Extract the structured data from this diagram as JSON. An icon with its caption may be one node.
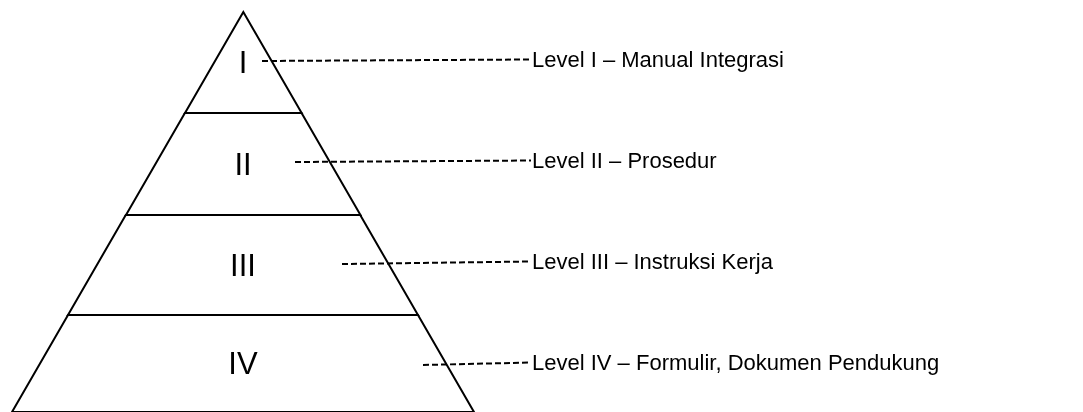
{
  "diagram": {
    "nodes": [
      {
        "text": [
          "I"
        ]
      },
      {
        "text": [
          "II"
        ]
      },
      {
        "text": [
          "III"
        ]
      },
      {
        "text": [
          "IV"
        ]
      },
      {
        "text": [
          "Level I – Manual Integrasi"
        ]
      },
      {
        "text": [
          "Level II – Prosedur"
        ]
      },
      {
        "text": [
          "Level III – Instruksi Kerja"
        ]
      },
      {
        "text": [
          "Level IV – Formulir, Dokumen Pendukung"
        ]
      }
    ],
    "edges": [
      {
        "from": 0,
        "to": 4,
        "arrow": "none",
        "style": "dashed"
      },
      {
        "from": 1,
        "to": 5,
        "arrow": "none",
        "style": "dashed"
      },
      {
        "from": 2,
        "to": 6,
        "arrow": "none",
        "style": "dashed"
      },
      {
        "from": 3,
        "to": 7,
        "arrow": "none",
        "style": "dashed"
      }
    ]
  }
}
